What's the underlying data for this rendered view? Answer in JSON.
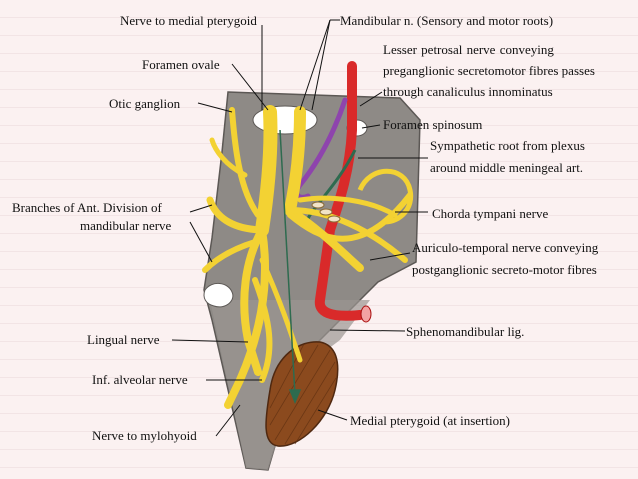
{
  "labels": {
    "nerve_medial_pterygoid": "Nerve to medial pterygoid",
    "mandibular_n": "Mandibular n. (Sensory and motor roots)",
    "lesser_petrosal_1": "Lesser   petrosal   nerve   conveying",
    "lesser_petrosal_2": "preganglionic secretomotor fibres passes",
    "lesser_petrosal_3": "through canaliculus innominatus",
    "foramen_ovale": "Foramen ovale",
    "otic_ganglion": "Otic ganglion",
    "foramen_spinosum": "Foramen spinosum",
    "sympathetic_root_1": "Sympathetic root from plexus",
    "sympathetic_root_2": "around middle meningeal art.",
    "branches_ant_1": "Branches of Ant. Division of",
    "branches_ant_2": "mandibular nerve",
    "chorda_tympani": "Chorda tympani nerve",
    "auriculo_temporal_1": "Auriculo-temporal nerve conveying",
    "auriculo_temporal_2": "postganglionic secreto-motor fibres",
    "lingual_nerve": "Lingual nerve",
    "sphenomandibular": "Sphenomandibular lig.",
    "inf_alveolar": "Inf. alveolar nerve",
    "nerve_mylohyoid": "Nerve to mylohyoid",
    "medial_pterygoid_insertion": "Medial pterygoid (at insertion)"
  },
  "colors": {
    "nerve": "#f3d233",
    "artery": "#d92a2a",
    "bone": "#8e8a86",
    "muscle": "#8b4a1e",
    "petrosal": "#8e44ad",
    "sympathetic": "#2e6b4f"
  }
}
